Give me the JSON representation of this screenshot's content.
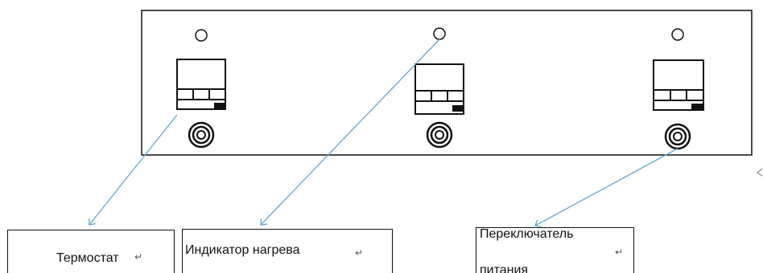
{
  "labels": {
    "thermostat": "Термостат",
    "heating_indicator": "Индикатор нагрева",
    "power_switch_line1": "Переключатель",
    "power_switch_line2": "питания"
  },
  "symbols": {
    "return_mark": "↵"
  },
  "colors": {
    "outline": "#111111",
    "leader_line": "#6aa6cc"
  }
}
